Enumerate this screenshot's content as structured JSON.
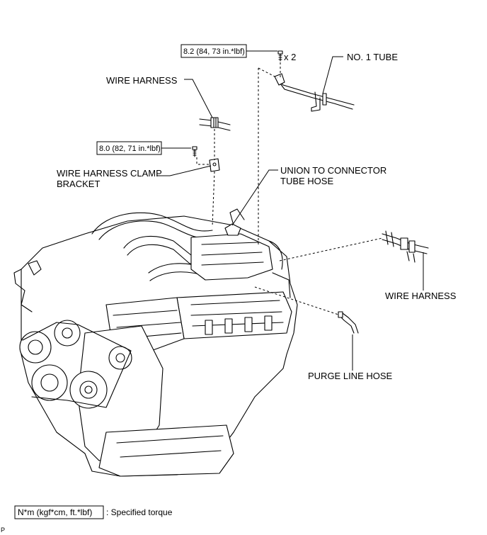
{
  "labels": {
    "no1_tube": "NO. 1 TUBE",
    "wire_harness_top": "WIRE HARNESS",
    "clamp_bracket_line1": "WIRE HARNESS CLAMP",
    "clamp_bracket_line2": "BRACKET",
    "union_line1": "UNION TO CONNECTOR",
    "union_line2": "TUBE HOSE",
    "wire_harness_right": "WIRE HARNESS",
    "purge_line_hose": "PURGE LINE HOSE"
  },
  "torques": {
    "upper": "8.2 (84, 73 in.*lbf)",
    "upper_qty": "x 2",
    "lower": "8.0 (82, 71 in.*lbf)"
  },
  "legend": {
    "unit_box": "N*m (kgf*cm, ft.*lbf)",
    "description": ": Specified torque"
  },
  "corner_mark": "P"
}
